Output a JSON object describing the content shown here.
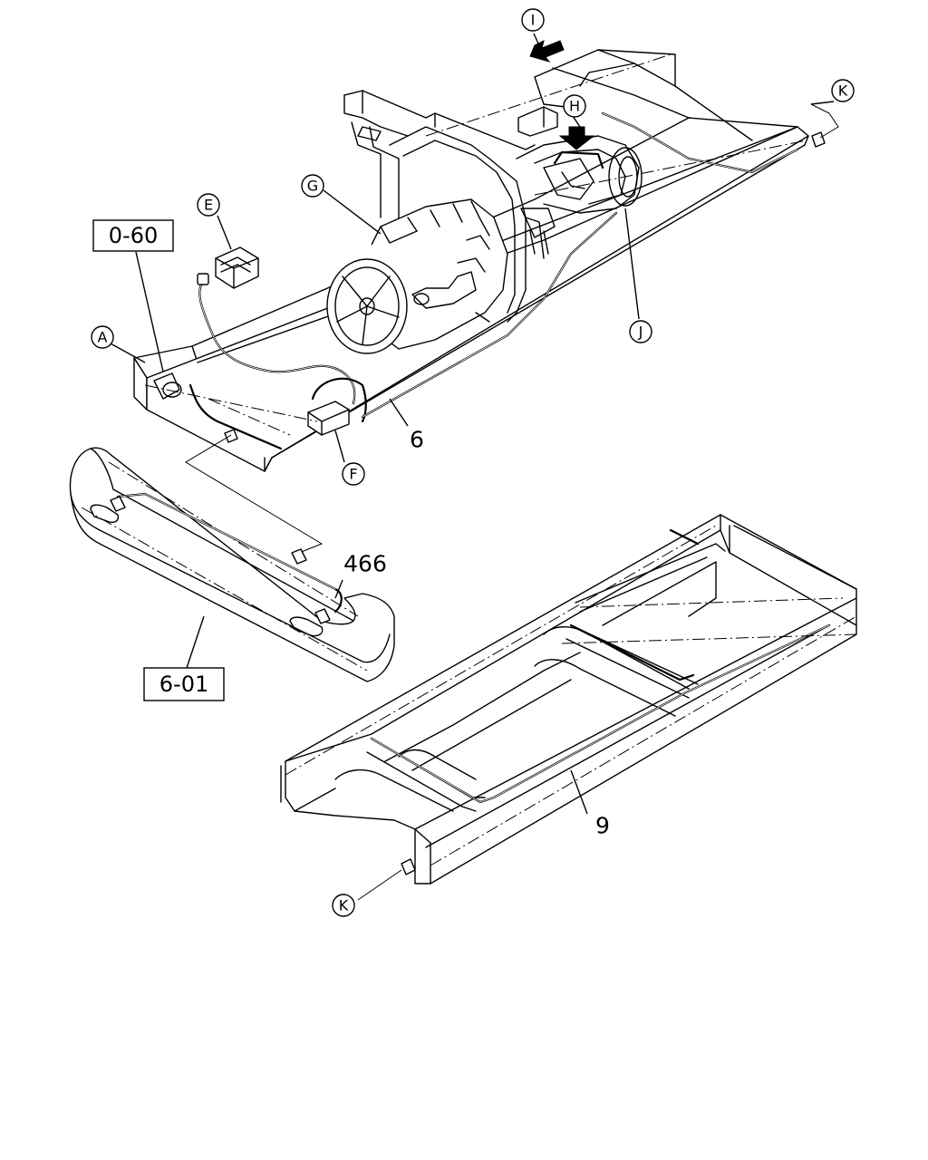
{
  "callouts": {
    "A": "A",
    "E": "E",
    "F": "F",
    "G": "G",
    "H": "H",
    "I": "I",
    "J": "J",
    "K_top": "K",
    "K_bottom": "K"
  },
  "part_numbers": {
    "p6": "6",
    "p9": "9",
    "p466": "466"
  },
  "reference_boxes": {
    "r060": "0-60",
    "r601": "6-01"
  }
}
